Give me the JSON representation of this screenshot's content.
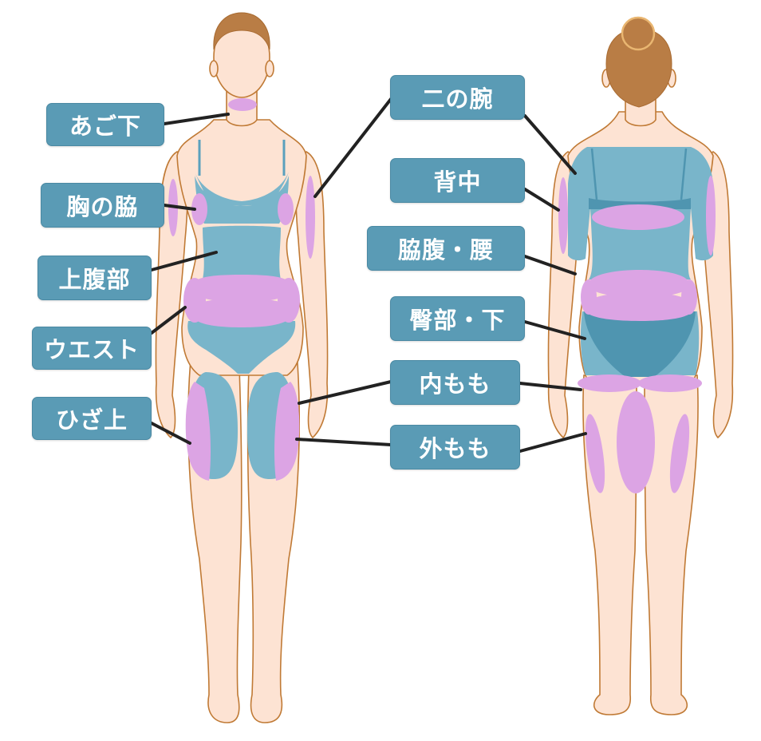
{
  "diagram": {
    "description": "Front and back body figure with treatment zones highlighted",
    "colors": {
      "label_bg": "#5a9bb5",
      "label_text": "#ffffff",
      "skin": "#fde3d3",
      "skin_outline": "#c07a35",
      "hair": "#b97d45",
      "garment": "#79b5ca",
      "garment_dark": "#4f95b0",
      "zone_highlight": "#dca4e4",
      "connector": "#222222"
    },
    "front_labels": [
      {
        "id": "chin",
        "text": "あご下"
      },
      {
        "id": "side-chest",
        "text": "胸の脇"
      },
      {
        "id": "upper-abdomen",
        "text": "上腹部"
      },
      {
        "id": "waist",
        "text": "ウエスト"
      },
      {
        "id": "above-knee",
        "text": "ひざ上"
      }
    ],
    "center_labels": [
      {
        "id": "upper-arm",
        "text": "二の腕"
      },
      {
        "id": "back",
        "text": "背中"
      },
      {
        "id": "flank-lower-back",
        "text": "脇腹・腰"
      },
      {
        "id": "buttocks",
        "text": "臀部・下"
      },
      {
        "id": "inner-thigh",
        "text": "内もも"
      },
      {
        "id": "outer-thigh",
        "text": "外もも"
      }
    ]
  }
}
